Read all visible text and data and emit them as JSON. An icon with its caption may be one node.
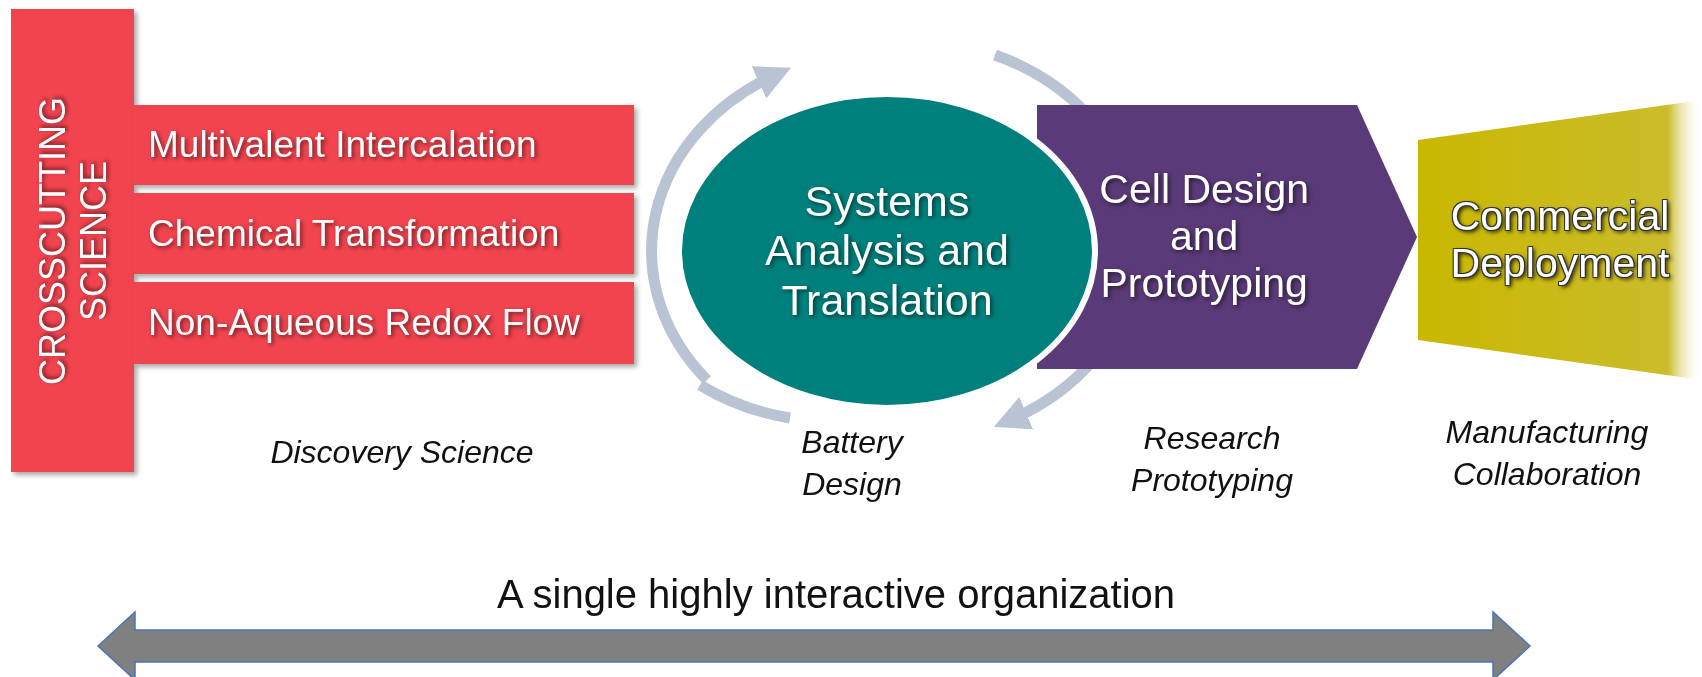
{
  "diagram": {
    "nodes": [
      {
        "text": [
          "CROSSCUTTING SCIENCE"
        ]
      },
      {
        "text": [
          "Multivalent Intercalation"
        ]
      },
      {
        "text": [
          "Chemical Transformation"
        ]
      },
      {
        "text": [
          "Non-Aqueous Redox Flow"
        ]
      },
      {
        "text": [
          "Systems Analysis and Translation"
        ]
      },
      {
        "text": [
          "Cell Design and Prototyping"
        ]
      },
      {
        "text": [
          "Commercial Deployment"
        ]
      }
    ],
    "labels": [
      "Discovery Science",
      "Battery Design",
      "Research Prototyping",
      "Manufacturing Collaboration",
      "A single highly interactive organization"
    ]
  }
}
